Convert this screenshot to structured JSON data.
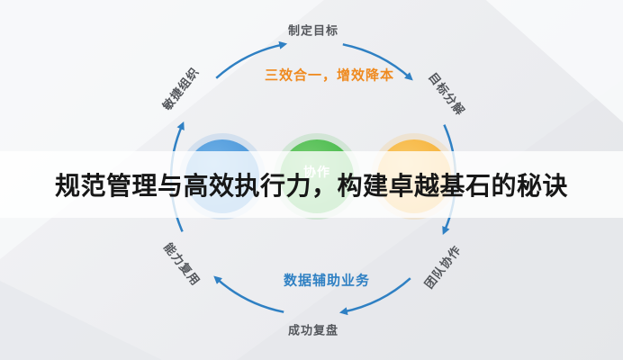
{
  "title": "规范管理与高效执行力，构建卓越基石的秘诀",
  "diagram": {
    "center_note_top": "三效合一，增效降本",
    "center_note_bottom": "数据辅助业务",
    "nodes": [
      {
        "id": "top",
        "label": "制定目标"
      },
      {
        "id": "top-right",
        "label": "目标分解"
      },
      {
        "id": "bottom-right",
        "label": "团队协作"
      },
      {
        "id": "bottom",
        "label": "成功复盘"
      },
      {
        "id": "bottom-left",
        "label": "能力复用"
      },
      {
        "id": "top-left",
        "label": "敏捷组织"
      }
    ],
    "circles": [
      {
        "id": "blue-circle",
        "color": "#4a96d9",
        "label": ""
      },
      {
        "id": "green-circle",
        "color": "#45b94a",
        "label": "协作"
      },
      {
        "id": "orange-circle",
        "color": "#f6b138",
        "label": ""
      }
    ],
    "colors": {
      "ring": "#2f80c3",
      "accent_orange": "#ef8a1f",
      "accent_blue": "#2f80c3",
      "title_text": "#171717",
      "node_label": "#54575c"
    }
  }
}
